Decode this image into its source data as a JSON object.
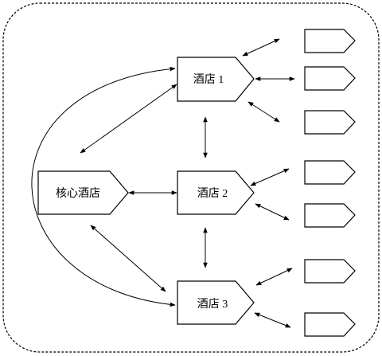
{
  "diagram": {
    "nodes": {
      "core_hotel": "核心酒店",
      "hotel_1": "酒店 1",
      "hotel_2": "酒店 2",
      "hotel_3": "酒店 3"
    }
  }
}
